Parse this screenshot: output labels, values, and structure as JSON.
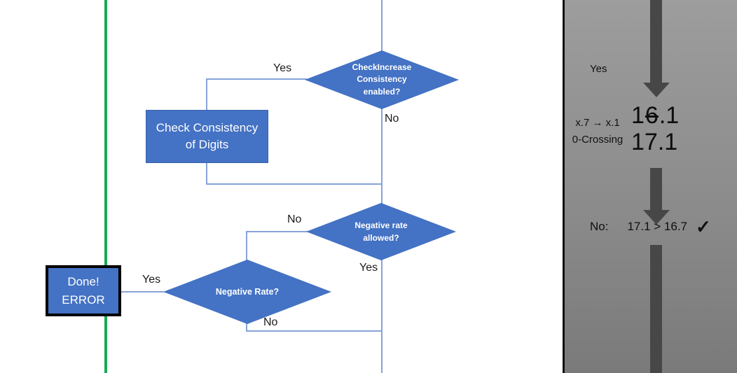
{
  "colors": {
    "shape_blue": "#4472c4",
    "connector_blue": "#87a3d9",
    "green_line": "#1aa953",
    "panel_arrow_gray": "#474747",
    "panel_gradient_top": "#9d9d9d",
    "panel_gradient_bottom": "#7a7a7a"
  },
  "flowchart": {
    "decision1": {
      "lines": [
        "CheckIncrease",
        "Consistency",
        "enabled?"
      ]
    },
    "process1": {
      "lines": [
        "Check Consistency",
        "of Digits"
      ]
    },
    "decision2": {
      "lines": [
        "Negative rate",
        "allowed?"
      ]
    },
    "decision3": {
      "lines": [
        "Negative Rate?"
      ]
    },
    "terminator": {
      "lines": [
        "Done!",
        "ERROR"
      ]
    },
    "edge_labels": {
      "decision1_yes": "Yes",
      "decision1_no": "No",
      "decision2_no": "No",
      "decision2_yes": "Yes",
      "decision3_yes": "Yes",
      "decision3_no": "No"
    }
  },
  "side_panel": {
    "step_label": "Yes",
    "rule": {
      "line1": "x.7 → x.1",
      "line2": "0-Crossing"
    },
    "old_value": {
      "prefix": "1",
      "struck": "6",
      "suffix": ".1"
    },
    "new_value": "17.1",
    "result": {
      "label": "No:",
      "comparison": "17.1 > 16.7",
      "checkmark": "✓"
    }
  }
}
